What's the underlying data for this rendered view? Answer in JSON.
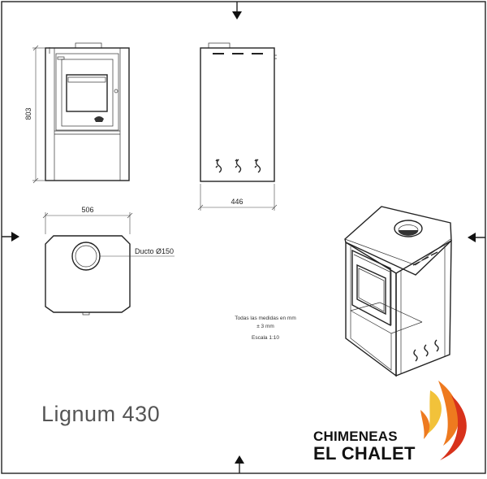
{
  "title": "Lignum 430",
  "dimensions": {
    "height": "803",
    "depth": "446",
    "width": "506",
    "duct": "Ducto Ø150"
  },
  "notes": {
    "line1": "Todas las medidas en mm",
    "line2": "± 3 mm",
    "scale": "Escala 1:10"
  },
  "brand": {
    "line1": "CHIMENEAS",
    "line2": "EL CHALET",
    "colors": [
      "#f2c23a",
      "#ee7a1f",
      "#d8321b"
    ]
  }
}
